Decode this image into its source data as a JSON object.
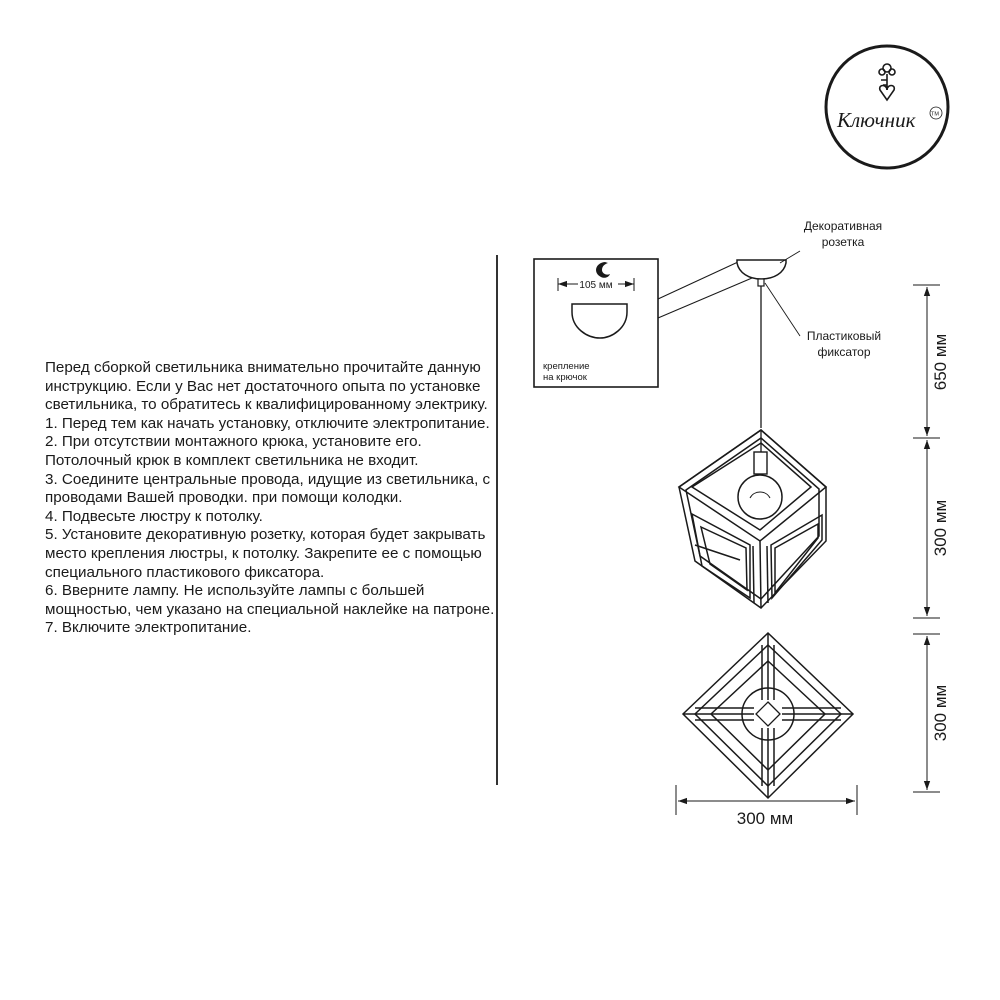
{
  "logo": {
    "brand": "Ключник",
    "tm": "TM"
  },
  "instructions": {
    "lines": [
      "Перед сборкой светильника внимательно прочитайте данную инструкцию. Если у Вас нет достаточного опыта по установке светильника, то обратитесь к квалифицированному электрику.",
      "1. Перед тем как начать установку, отключите электропитание.",
      "2. При отсутствии монтажного крюка, установите его. Потолочный крюк в комплект светильника не входит.",
      "3. Соедините центральные провода, идущие из светильника, с проводами Вашей проводки. при помощи колодки.",
      "4. Подвесьте люстру к потолку.",
      "5. Установите декоративную розетку, которая будет закрывать место крепления люстры, к потолку. Закрепите ее с помощью специального пластикового фиксатора.",
      "6. Вверните лампу. Не используйте лампы с большей мощностью, чем указано на специальной наклейке на патроне.",
      "7. Включите электропитание."
    ]
  },
  "diagram": {
    "inset_dimension": "105 мм",
    "inset_caption_line1": "крепление",
    "inset_caption_line2": "на крючок",
    "rosette_label_line1": "Декоративная",
    "rosette_label_line2": "розетка",
    "fixator_label_line1": "Пластиковый",
    "fixator_label_line2": "фиксатор",
    "dim_cord": "650 мм",
    "dim_height": "300 мм",
    "dim_depth": "300 мм",
    "dim_width": "300 мм"
  }
}
